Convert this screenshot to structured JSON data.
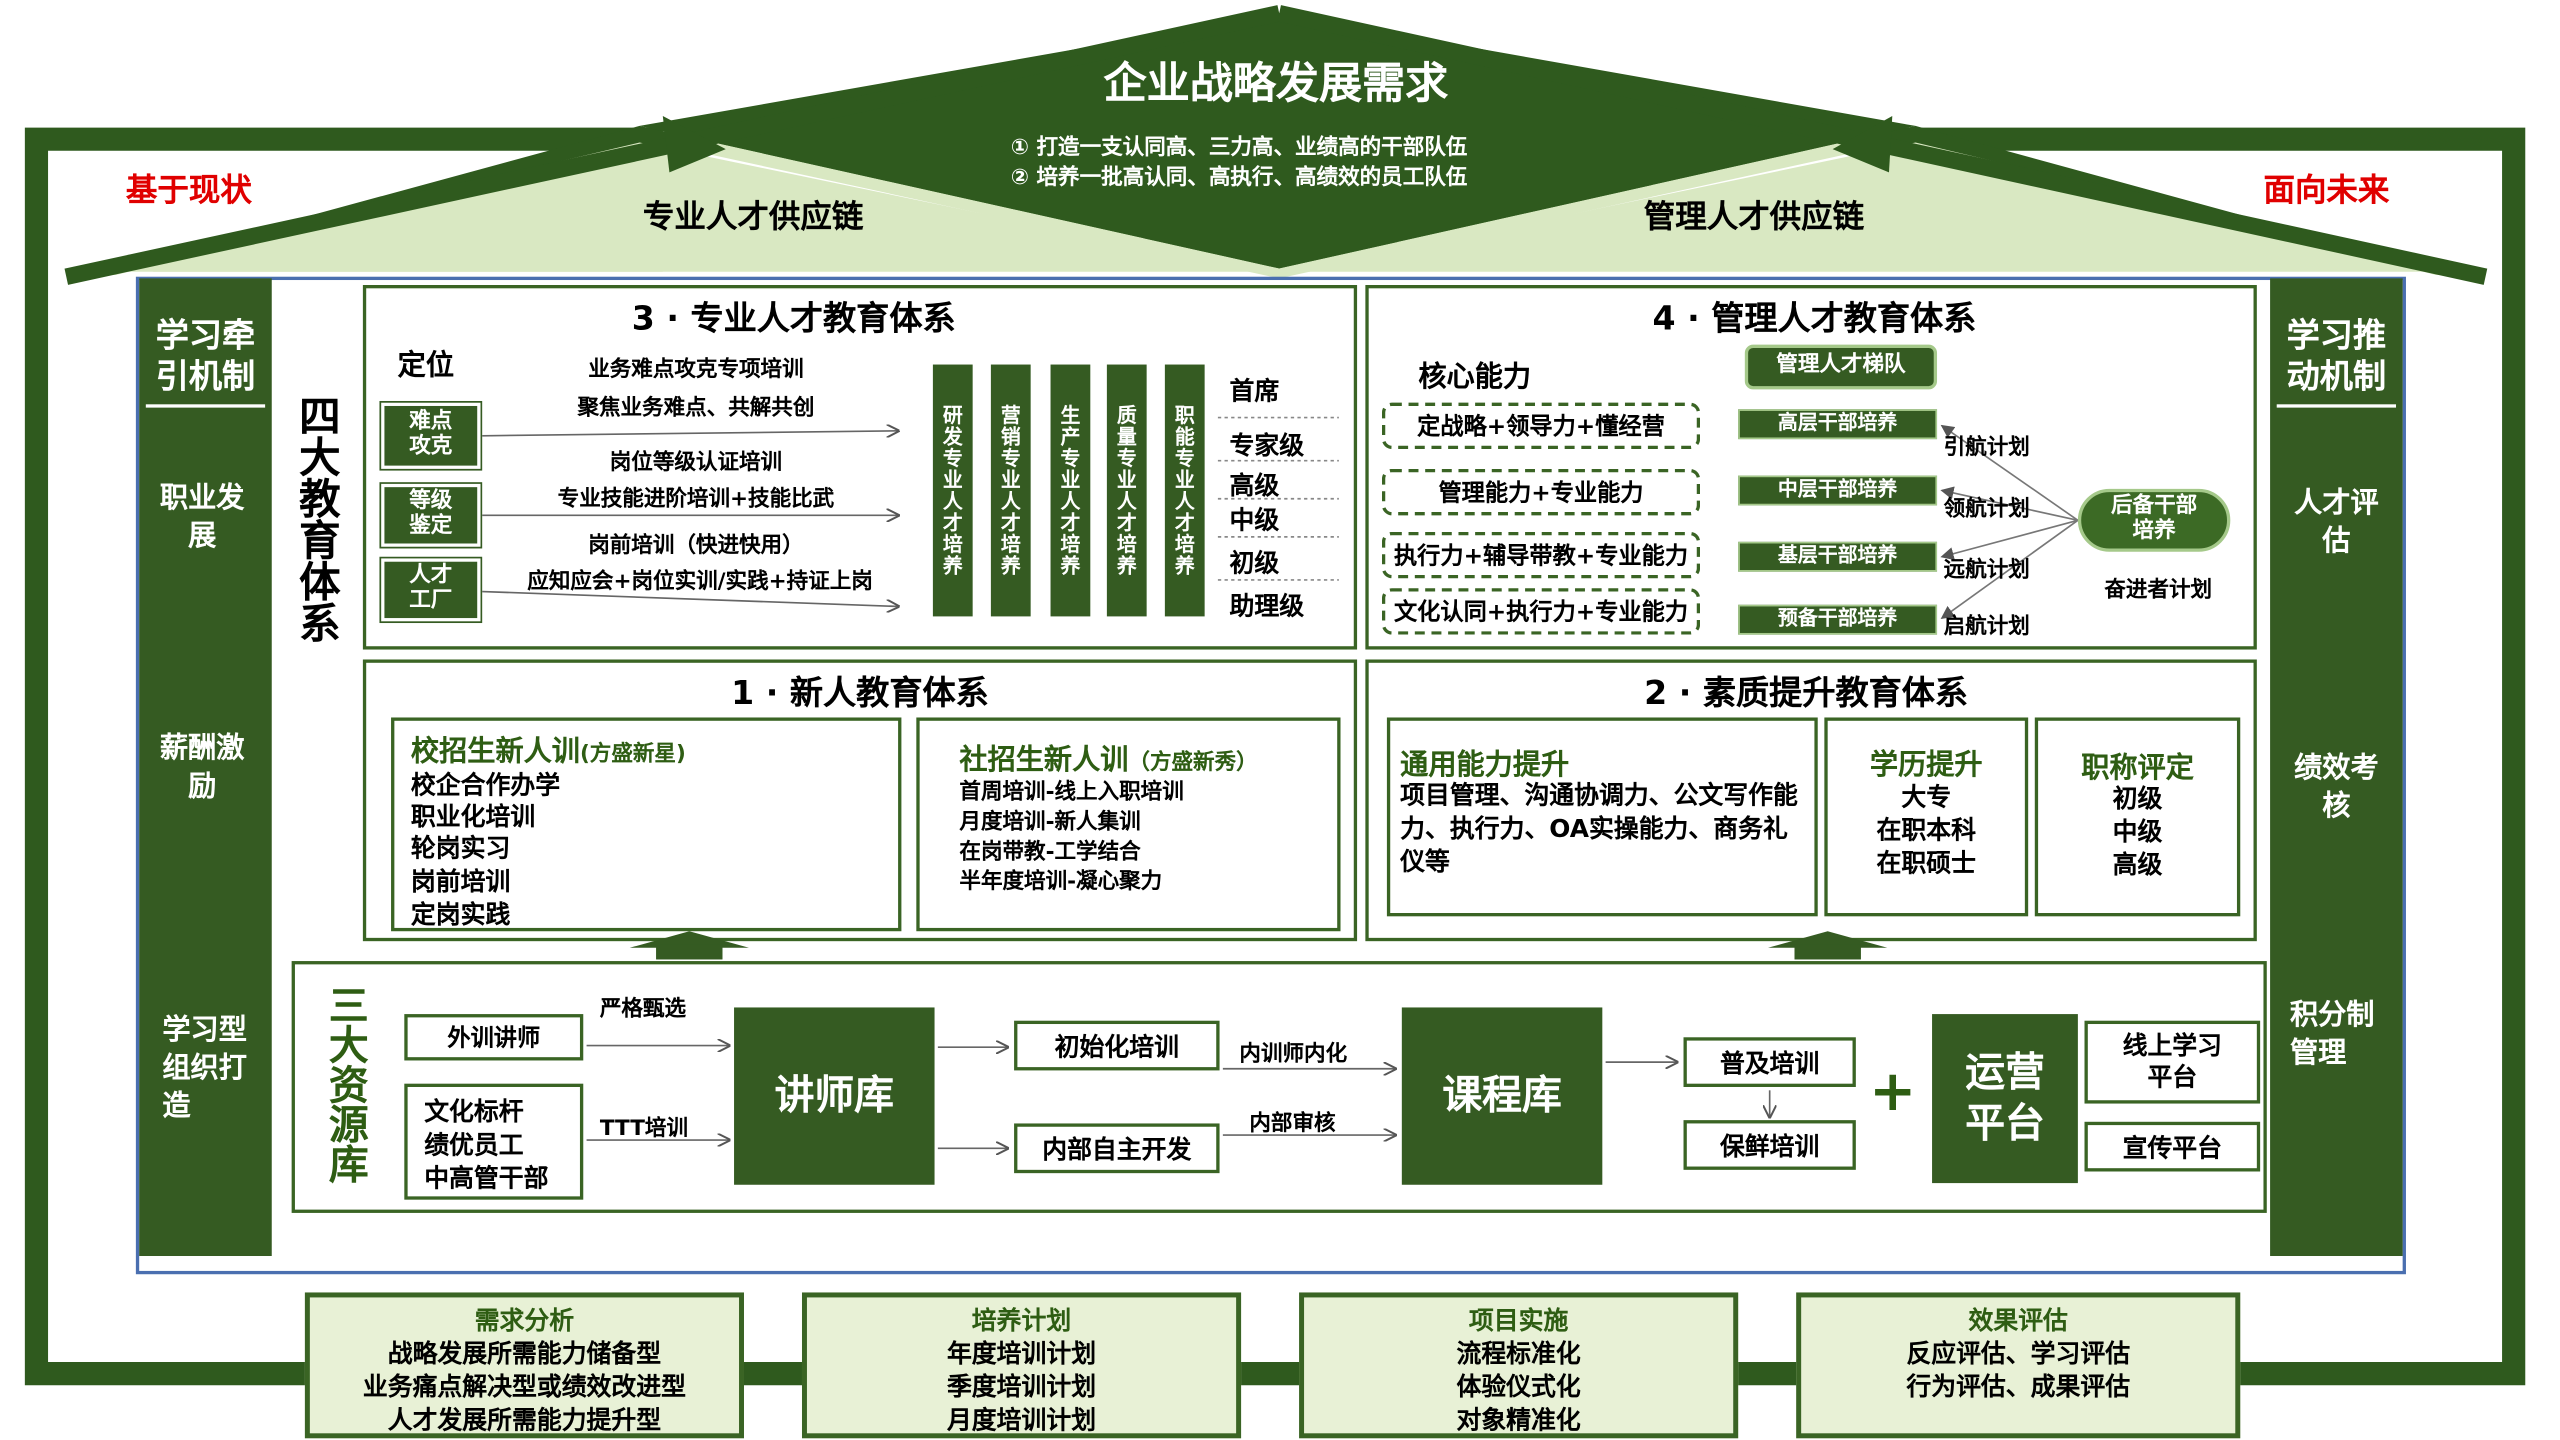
{
  "roof": {
    "title": "企业战略发展需求",
    "goal1": "① 打造一支认同高、三力高、业绩高的干部队伍",
    "goal2": "② 培养一批高认同、高执行、高绩效的员工队伍",
    "left_chain": "专业人才供应链",
    "right_chain": "管理人才供应链",
    "left_tag": "基于现状",
    "right_tag": "面向未来"
  },
  "left_pillar": {
    "title": "学习牵引机制",
    "items": [
      "职业发展",
      "薪酬激励",
      "学习型组织打造"
    ]
  },
  "right_pillar": {
    "title": "学习推动机制",
    "items": [
      "人才评估",
      "绩效考核",
      "积分制管理"
    ]
  },
  "four_systems_label": "四大教育体系",
  "professional": {
    "title": "3 · 专业人才教育体系",
    "dingwei": "定位",
    "tags": [
      "难点攻克",
      "等级鉴定",
      "人才工厂"
    ],
    "lines": [
      {
        "bold": "业务难点攻克专项培训",
        "normal": "聚焦业务难点、共解共创"
      },
      {
        "bold": "岗位等级认证培训",
        "normal": "专业技能进阶培训+技能比武"
      },
      {
        "bold": "岗前培训（快进快用）",
        "normal": "应知应会+岗位实训/实践+持证上岗"
      }
    ],
    "tracks": [
      "研发专业人才培养",
      "营销专业人才培养",
      "生产专业人才培养",
      "质量专业人才培养",
      "职能专业人才培养"
    ],
    "levels": [
      "首席",
      "专家级",
      "高级",
      "中级",
      "初级",
      "助理级"
    ]
  },
  "management": {
    "title": "4 · 管理人才教育体系",
    "core_label": "核心能力",
    "abilities": [
      "定战略+领导力+懂经营",
      "管理能力+专业能力",
      "执行力+辅导带教+专业能力",
      "文化认同+执行力+专业能力"
    ],
    "ladder_title": "管理人才梯队",
    "ladder": [
      "高层干部培养",
      "中层干部培养",
      "基层干部培养",
      "预备干部培养"
    ],
    "plans": [
      "引航计划",
      "领航计划",
      "远航计划",
      "启航计划"
    ],
    "reserve": "后备干部培养",
    "reserve_plan": "奋进者计划"
  },
  "newcomer": {
    "title": "1 · 新人教育体系",
    "campus_title": "校招生新人训",
    "campus_sub": "(方盛新星)",
    "campus_items": [
      "校企合作办学",
      "职业化培训",
      "轮岗实习",
      "岗前培训",
      "定岗实践"
    ],
    "social_title": "社招生新人训",
    "social_sub": "（方盛新秀）",
    "social_items": [
      "首周培训-线上入职培训",
      "月度培训-新人集训",
      "在岗带教-工学结合",
      "半年度培训-凝心聚力"
    ]
  },
  "quality": {
    "title": "2 · 素质提升教育体系",
    "general_title": "通用能力提升",
    "general_text": "项目管理、沟通协调力、公文写作能力、执行力、OA实操能力、商务礼仪等",
    "edu_title": "学历提升",
    "edu_items": [
      "大专",
      "在职本科",
      "在职硕士"
    ],
    "rank_title": "职称评定",
    "rank_items": [
      "初级",
      "中级",
      "高级"
    ]
  },
  "resources": {
    "label": "三大资源库",
    "external": "外训讲师",
    "internal": [
      "文化标杆",
      "绩优员工",
      "中高管干部"
    ],
    "arrow1": "严格甄选",
    "arrow2": "TTT培训",
    "lecturer_lib": "讲师库",
    "init_training": "初始化培训",
    "self_dev": "内部自主开发",
    "arrow3": "内训师内化",
    "arrow4": "内部审核",
    "course_lib": "课程库",
    "popular": "普及培训",
    "fresh": "保鲜培训",
    "plus": "+",
    "platform": "运营平台",
    "online": "线上学习平台",
    "publicity": "宣传平台"
  },
  "bottom": [
    {
      "title": "需求分析",
      "items": [
        "战略发展所需能力储备型",
        "业务痛点解决型或绩效改进型",
        "人才发展所需能力提升型"
      ]
    },
    {
      "title": "培养计划",
      "items": [
        "年度培训计划",
        "季度培训计划",
        "月度培训计划"
      ]
    },
    {
      "title": "项目实施",
      "items": [
        "流程标准化",
        "体验仪式化",
        "对象精准化"
      ]
    },
    {
      "title": "效果评估",
      "items": [
        "反应评估、学习评估",
        "行为评估、成果评估"
      ]
    }
  ]
}
